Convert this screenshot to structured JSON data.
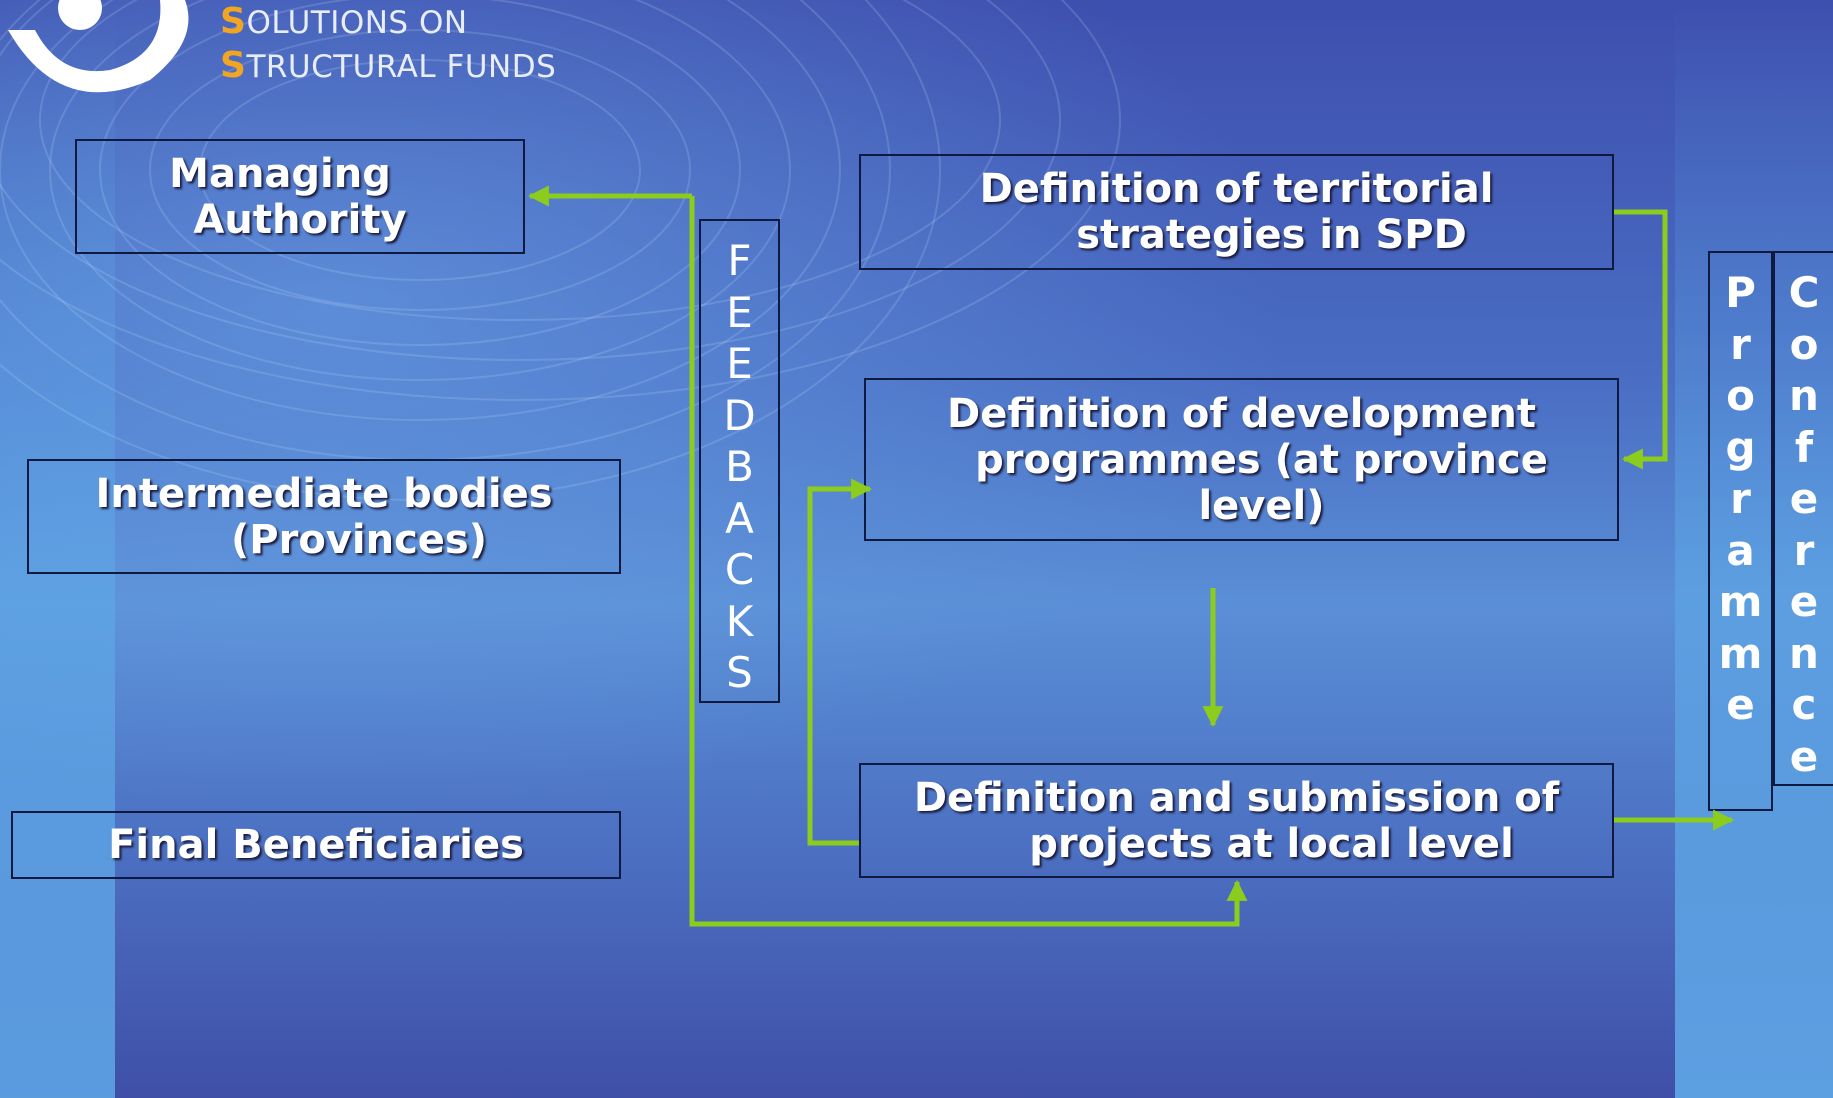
{
  "logo": {
    "line1_initial": "S",
    "line1_rest": "OLUTIONS ON",
    "line2_initial": "S",
    "line2_rest": "TRUCTURAL FUNDS"
  },
  "levels": {
    "managing_authority": [
      "Managing",
      "Authority"
    ],
    "intermediate_bodies": [
      "Intermediate bodies",
      "(Provinces)"
    ],
    "final_beneficiaries": [
      "Final Beneficiaries"
    ]
  },
  "process": {
    "territorial": [
      "Definition of territorial",
      "strategies in SPD"
    ],
    "development": [
      "Definition of development",
      "programmes (at province",
      "level)"
    ],
    "projects": [
      "Definition and submission of",
      "projects at local level"
    ]
  },
  "feedbacks": [
    "F",
    "E",
    "E",
    "D",
    "B",
    "A",
    "C",
    "K",
    "S"
  ],
  "programme": [
    "P",
    "r",
    "o",
    "g",
    "r",
    "a",
    "m",
    "m",
    "e"
  ],
  "conference": [
    "C",
    "o",
    "n",
    "f",
    "e",
    "r",
    "e",
    "n",
    "c",
    "e"
  ],
  "colors": {
    "arrow": "#8ccc1c",
    "border": "#101a40",
    "accent": "#f2a521"
  }
}
